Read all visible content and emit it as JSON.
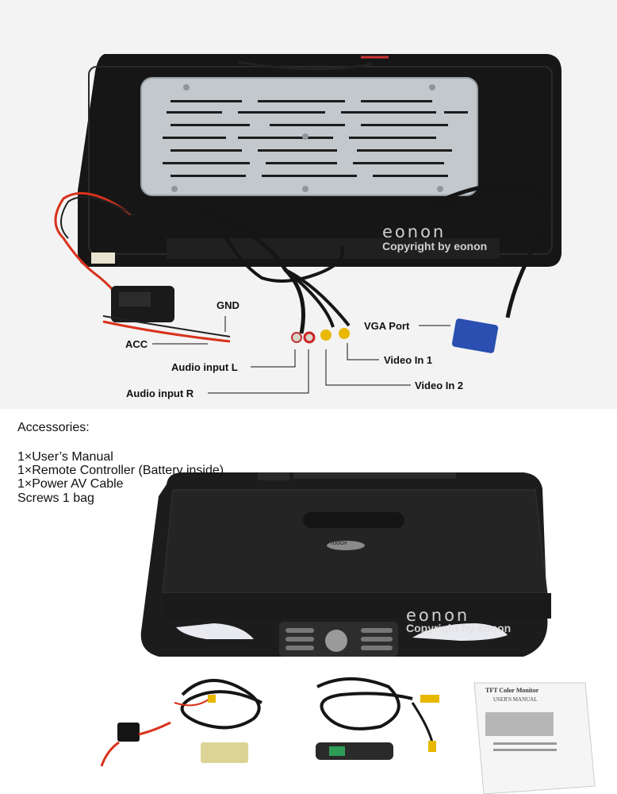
{
  "top_photo": {
    "watermark_logo": "eonon",
    "watermark_copyright": "Copyright by eonon",
    "labels": {
      "gnd": "GND",
      "acc": "ACC",
      "audio_l": "Audio input L",
      "audio_r": "Audio input R",
      "vga": "VGA Port",
      "video1": "Video In 1",
      "video2": "Video In 2"
    }
  },
  "accessories": {
    "heading": "Accessories:",
    "items": [
      "1×User’s Manual",
      "1×Remote Controller (Battery inside)",
      "1×Power AV Cable",
      "Screws 1 bag"
    ]
  },
  "bottom_photo": {
    "watermark_logo": "eonon",
    "watermark_copyright": "Copyright by eonon",
    "monitor_badge": "TOUCH",
    "manual_title": "TFT Color Monitor",
    "manual_subtitle": "USER'S MANUAL"
  }
}
